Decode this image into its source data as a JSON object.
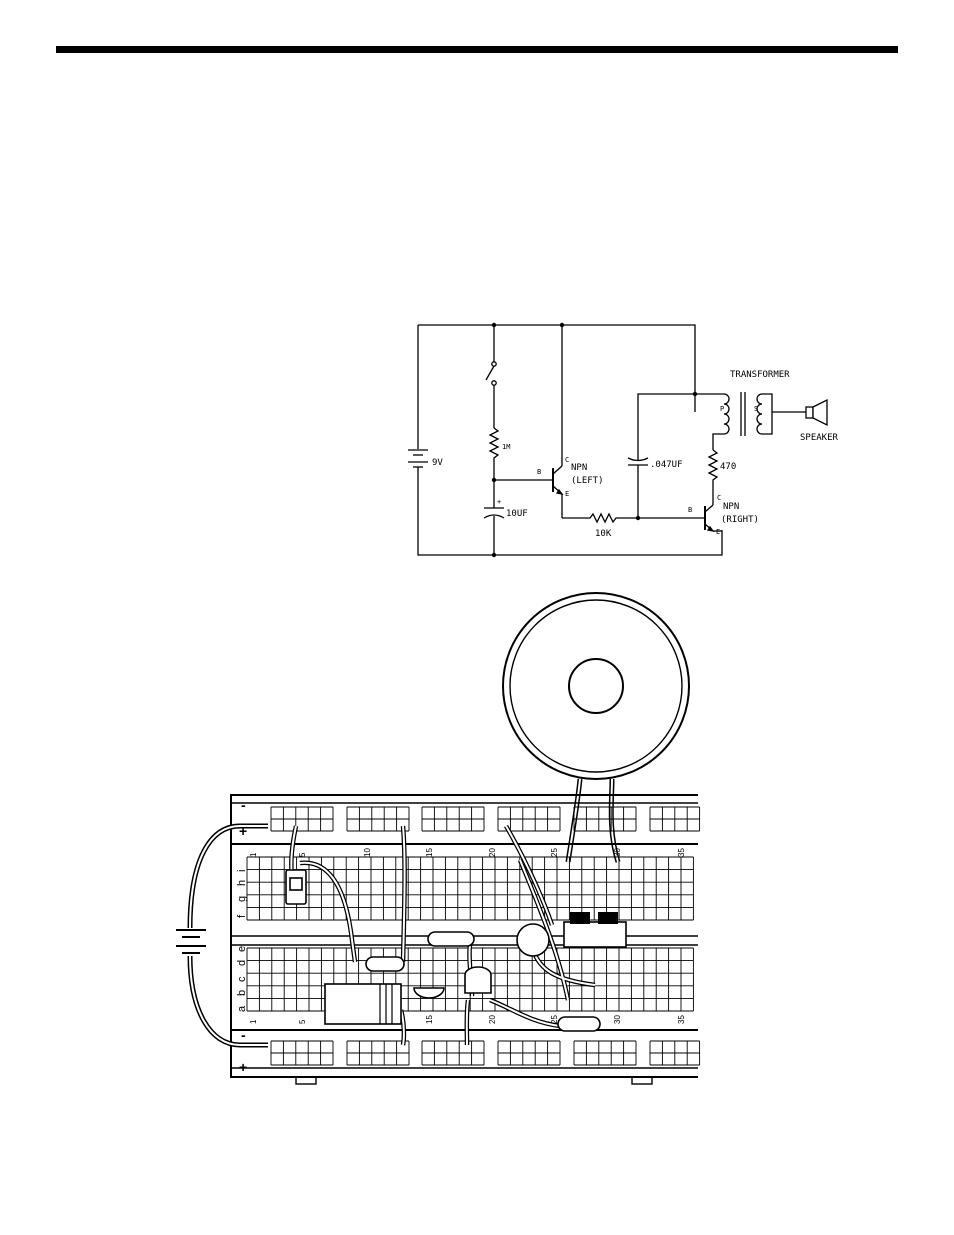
{
  "schematic": {
    "battery_label": "9V",
    "resistor_1m": "1M",
    "capacitor_10uf": "10UF",
    "capacitor_plus": "+",
    "resistor_10k": "10K",
    "capacitor_047uf": ".047UF",
    "resistor_470": "470",
    "transformer_label": "TRANSFORMER",
    "transformer_primary": "P",
    "transformer_secondary": "S",
    "speaker_label": "SPEAKER",
    "left_transistor": {
      "base": "B",
      "collector": "C",
      "emitter": "E",
      "type": "NPN",
      "name": "(LEFT)"
    },
    "right_transistor": {
      "base": "B",
      "collector": "C",
      "emitter": "E",
      "type": "NPN",
      "name": "(RIGHT)"
    }
  },
  "breadboard": {
    "rail_minus": "-",
    "rail_plus": "+",
    "rows_top": [
      "f",
      "g",
      "h",
      "i"
    ],
    "rows_bottom": [
      "a",
      "b",
      "c",
      "d",
      "e"
    ],
    "col_1": "1",
    "col_5": "5",
    "col_10": "10",
    "col_15": "15",
    "col_20": "20",
    "col_25": "25",
    "col_30": "30",
    "col_35": "35"
  }
}
